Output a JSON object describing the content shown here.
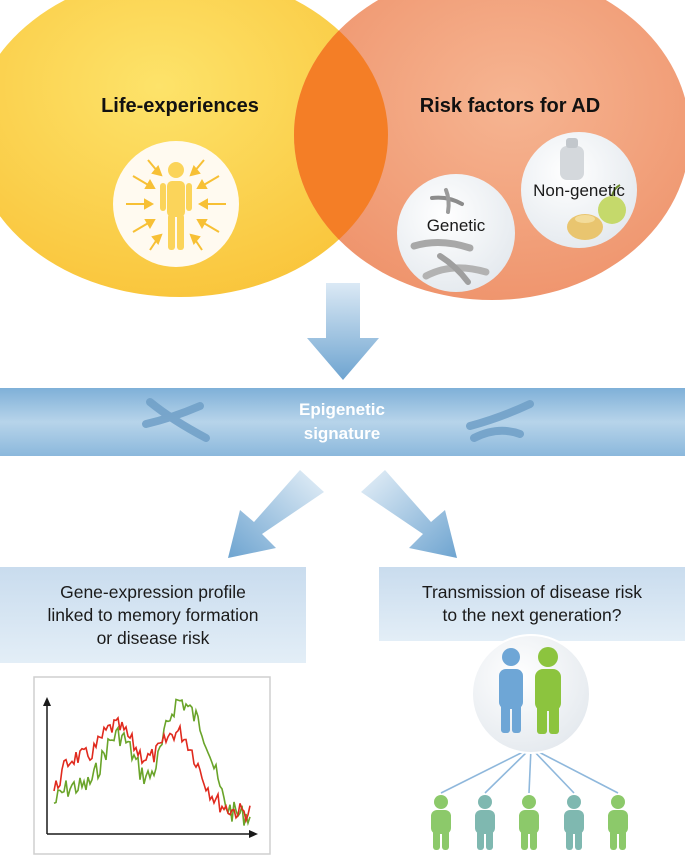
{
  "colors": {
    "left_circle": "#fbd24a",
    "right_circle": "#f3a47e",
    "overlap": "#f37c2a",
    "band": "#9cc4e2",
    "arrow": "#7eaed4",
    "box": "#d8e7f3",
    "red_line": "#e02a1e",
    "green_line": "#6aa42a",
    "person_blue": "#6ea6d6",
    "person_green": "#8cc43e",
    "child": "#7fc49a"
  },
  "top": {
    "left_title": "Life-experiences",
    "right_title": "Risk factors for AD",
    "genetic_label": "Genetic",
    "non_genetic_label": "Non-genetic"
  },
  "band": {
    "line1": "Epigenetic",
    "line2": "signature"
  },
  "left_box": {
    "line1": "Gene-expression profile",
    "line2": "linked to memory formation",
    "line3": "or disease risk"
  },
  "right_box": {
    "line1": "Transmission of disease risk",
    "line2": "to the next generation?"
  },
  "icons": {
    "person": "person-icon",
    "chromosome": "chromosome-icon",
    "food": "food-icon",
    "parents": "parents-icon",
    "offspring": "offspring-icon"
  }
}
